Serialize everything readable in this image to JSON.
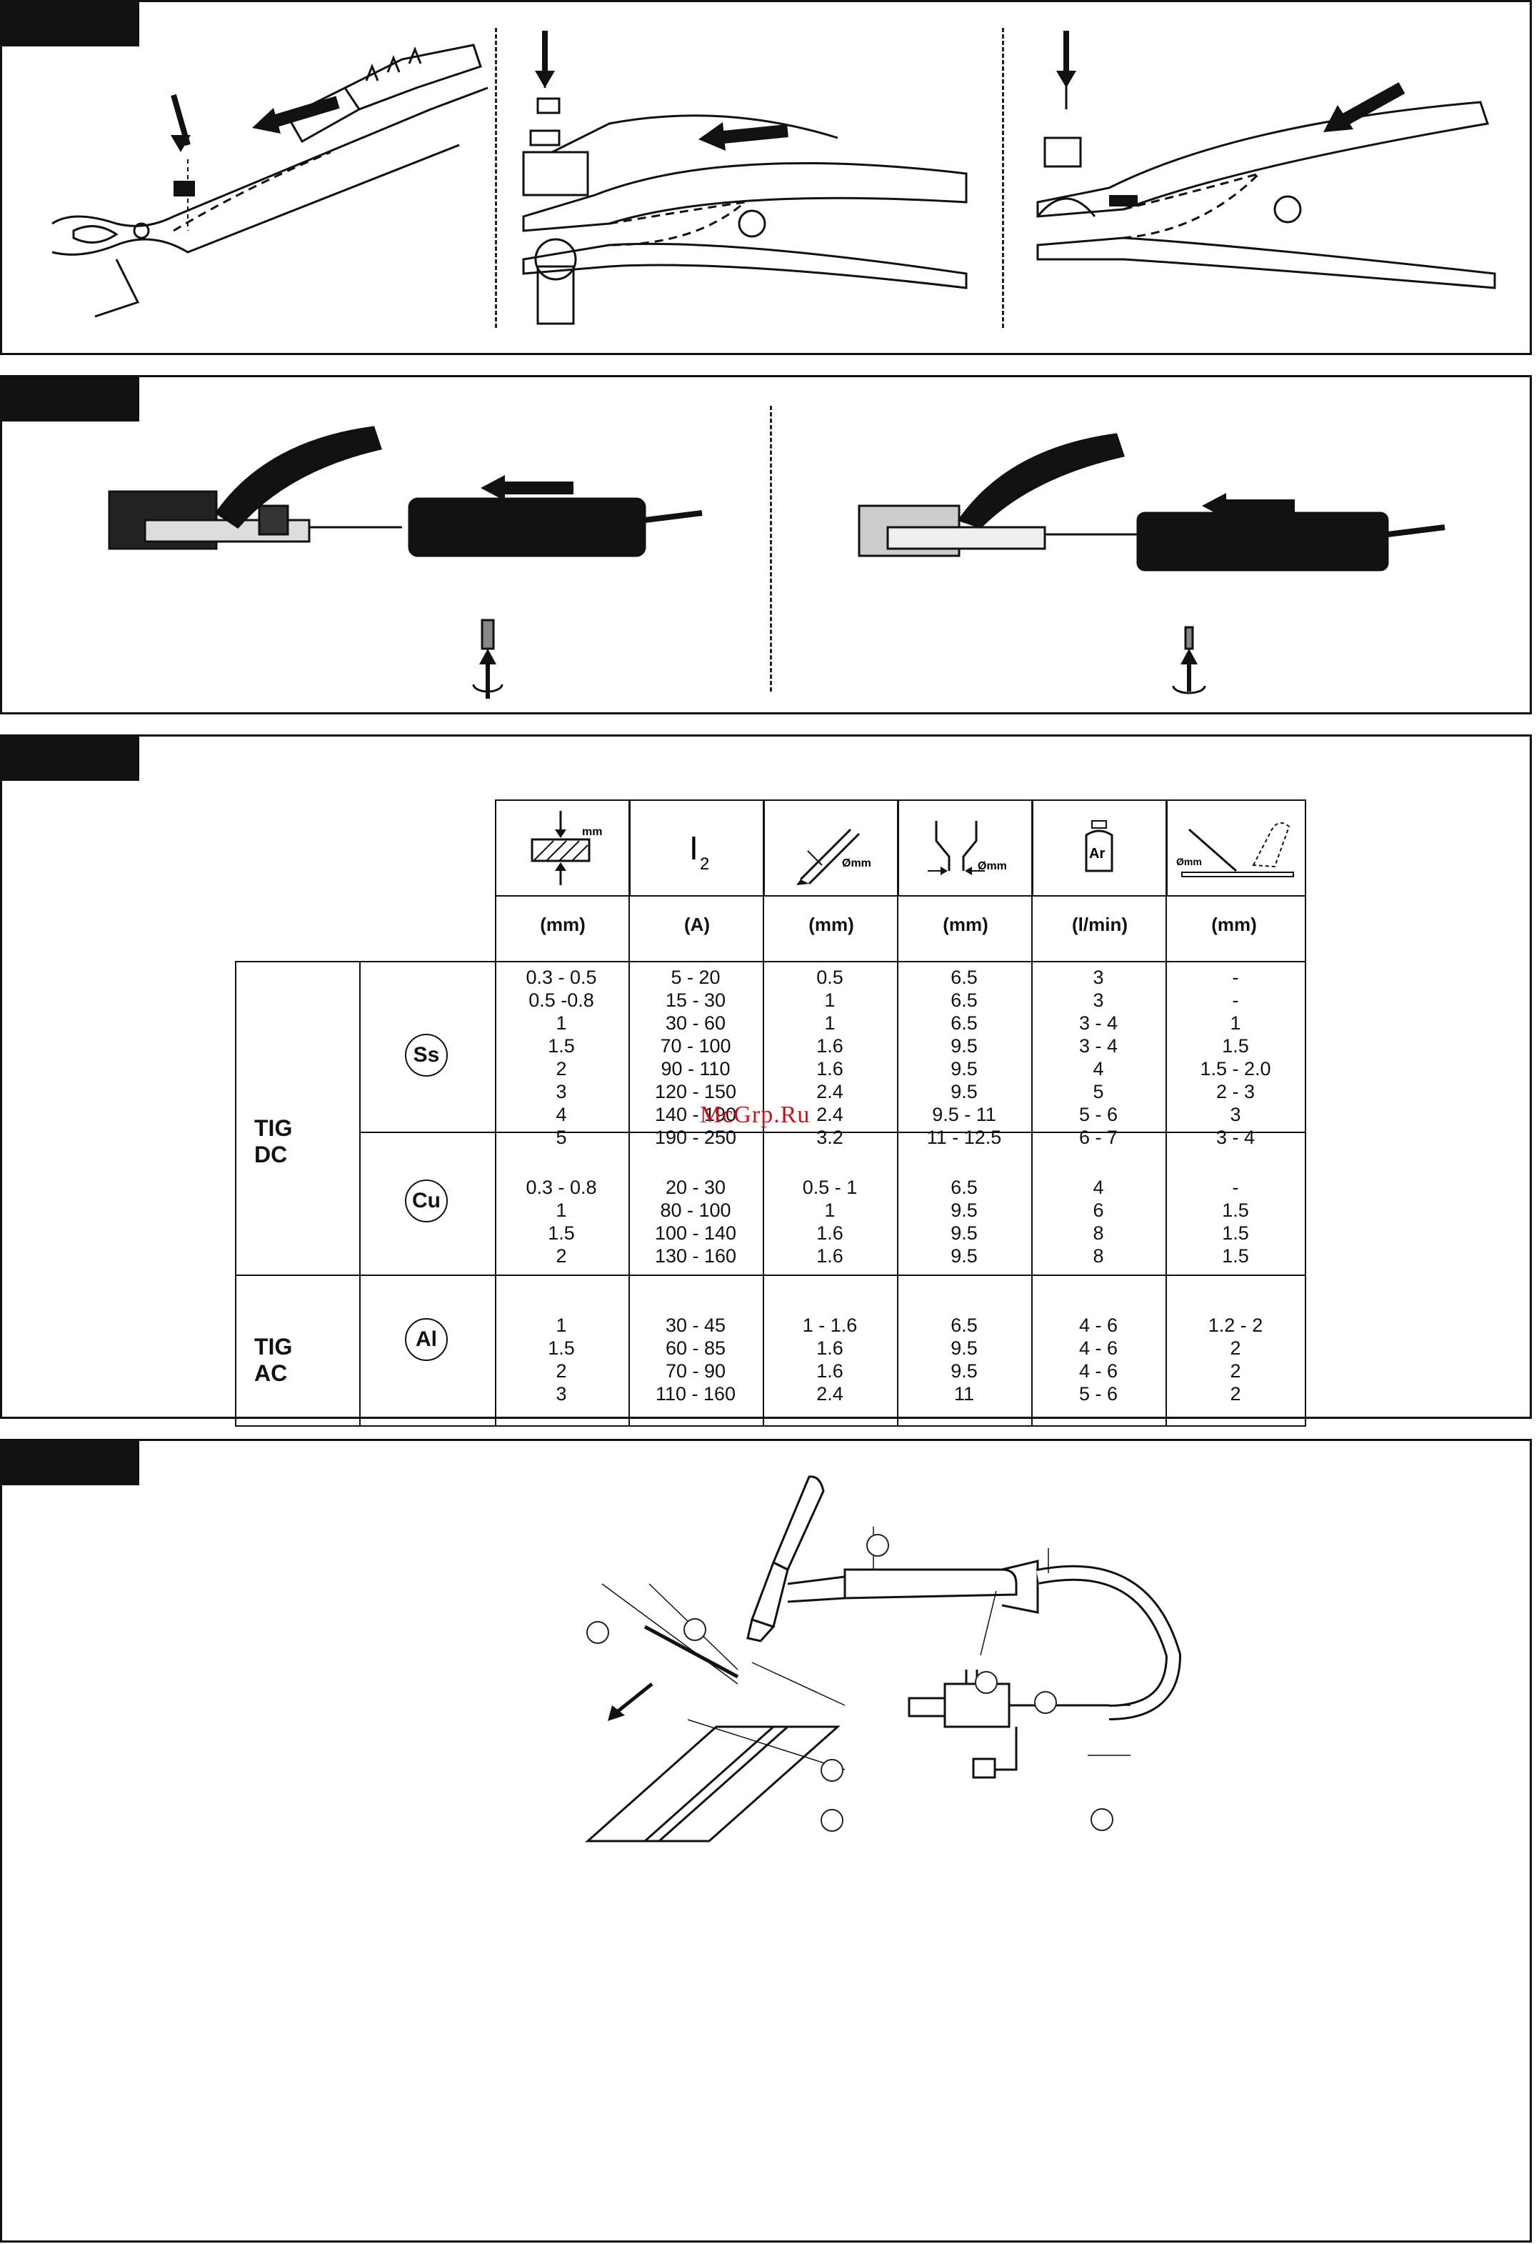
{
  "watermark": "McGrp.Ru",
  "table": {
    "units": [
      "(mm)",
      "(A)",
      "(mm)",
      "(mm)",
      "(l/min)",
      "(mm)"
    ],
    "icons": [
      "thickness-icon",
      "current-icon",
      "electrode-diameter-icon",
      "nozzle-diameter-icon",
      "argon-bottle-icon",
      "filler-rod-icon"
    ],
    "icon_labels": {
      "mm": "mm",
      "i": "I",
      "i_sub": "2",
      "omm": "Ømm",
      "ar": "Ar"
    },
    "groups": [
      {
        "process": "TIG DC",
        "materials": [
          {
            "name": "Ss",
            "columns": [
              "0.3 - 0.5\n0.5 -0.8\n1\n1.5\n2\n3\n4\n5",
              "5 - 20\n15 - 30\n30 - 60\n70 - 100\n90 - 110\n120 - 150\n140 - 190\n190 - 250",
              "0.5\n1\n1\n1.6\n1.6\n2.4\n2.4\n3.2",
              "6.5\n6.5\n6.5\n9.5\n9.5\n9.5\n9.5 - 11\n11 - 12.5",
              "3\n3\n3 - 4\n3 - 4\n4\n5\n5 - 6\n6 - 7",
              "-\n-\n1\n1.5\n1.5 - 2.0\n2 - 3\n3\n3 - 4"
            ]
          },
          {
            "name": "Cu",
            "columns": [
              "0.3 - 0.8\n1\n1.5\n2",
              "20 - 30\n80 - 100\n100 - 140\n130 - 160",
              "0.5 - 1\n1\n1.6\n1.6",
              "6.5\n9.5\n9.5\n9.5",
              "4\n6\n8\n8",
              "-\n1.5\n1.5\n1.5"
            ]
          }
        ]
      },
      {
        "process": "TIG AC",
        "materials": [
          {
            "name": "Al",
            "columns": [
              "1\n1.5\n2\n3",
              "30 - 45\n60 - 85\n70 - 90\n110 - 160",
              "1 - 1.6\n1.6\n1.6\n2.4",
              "6.5\n9.5\n9.5\n11",
              "4 - 6\n4 - 6\n4 - 6\n5 - 6",
              "1.2 - 2\n2\n2\n2"
            ]
          }
        ]
      }
    ]
  }
}
